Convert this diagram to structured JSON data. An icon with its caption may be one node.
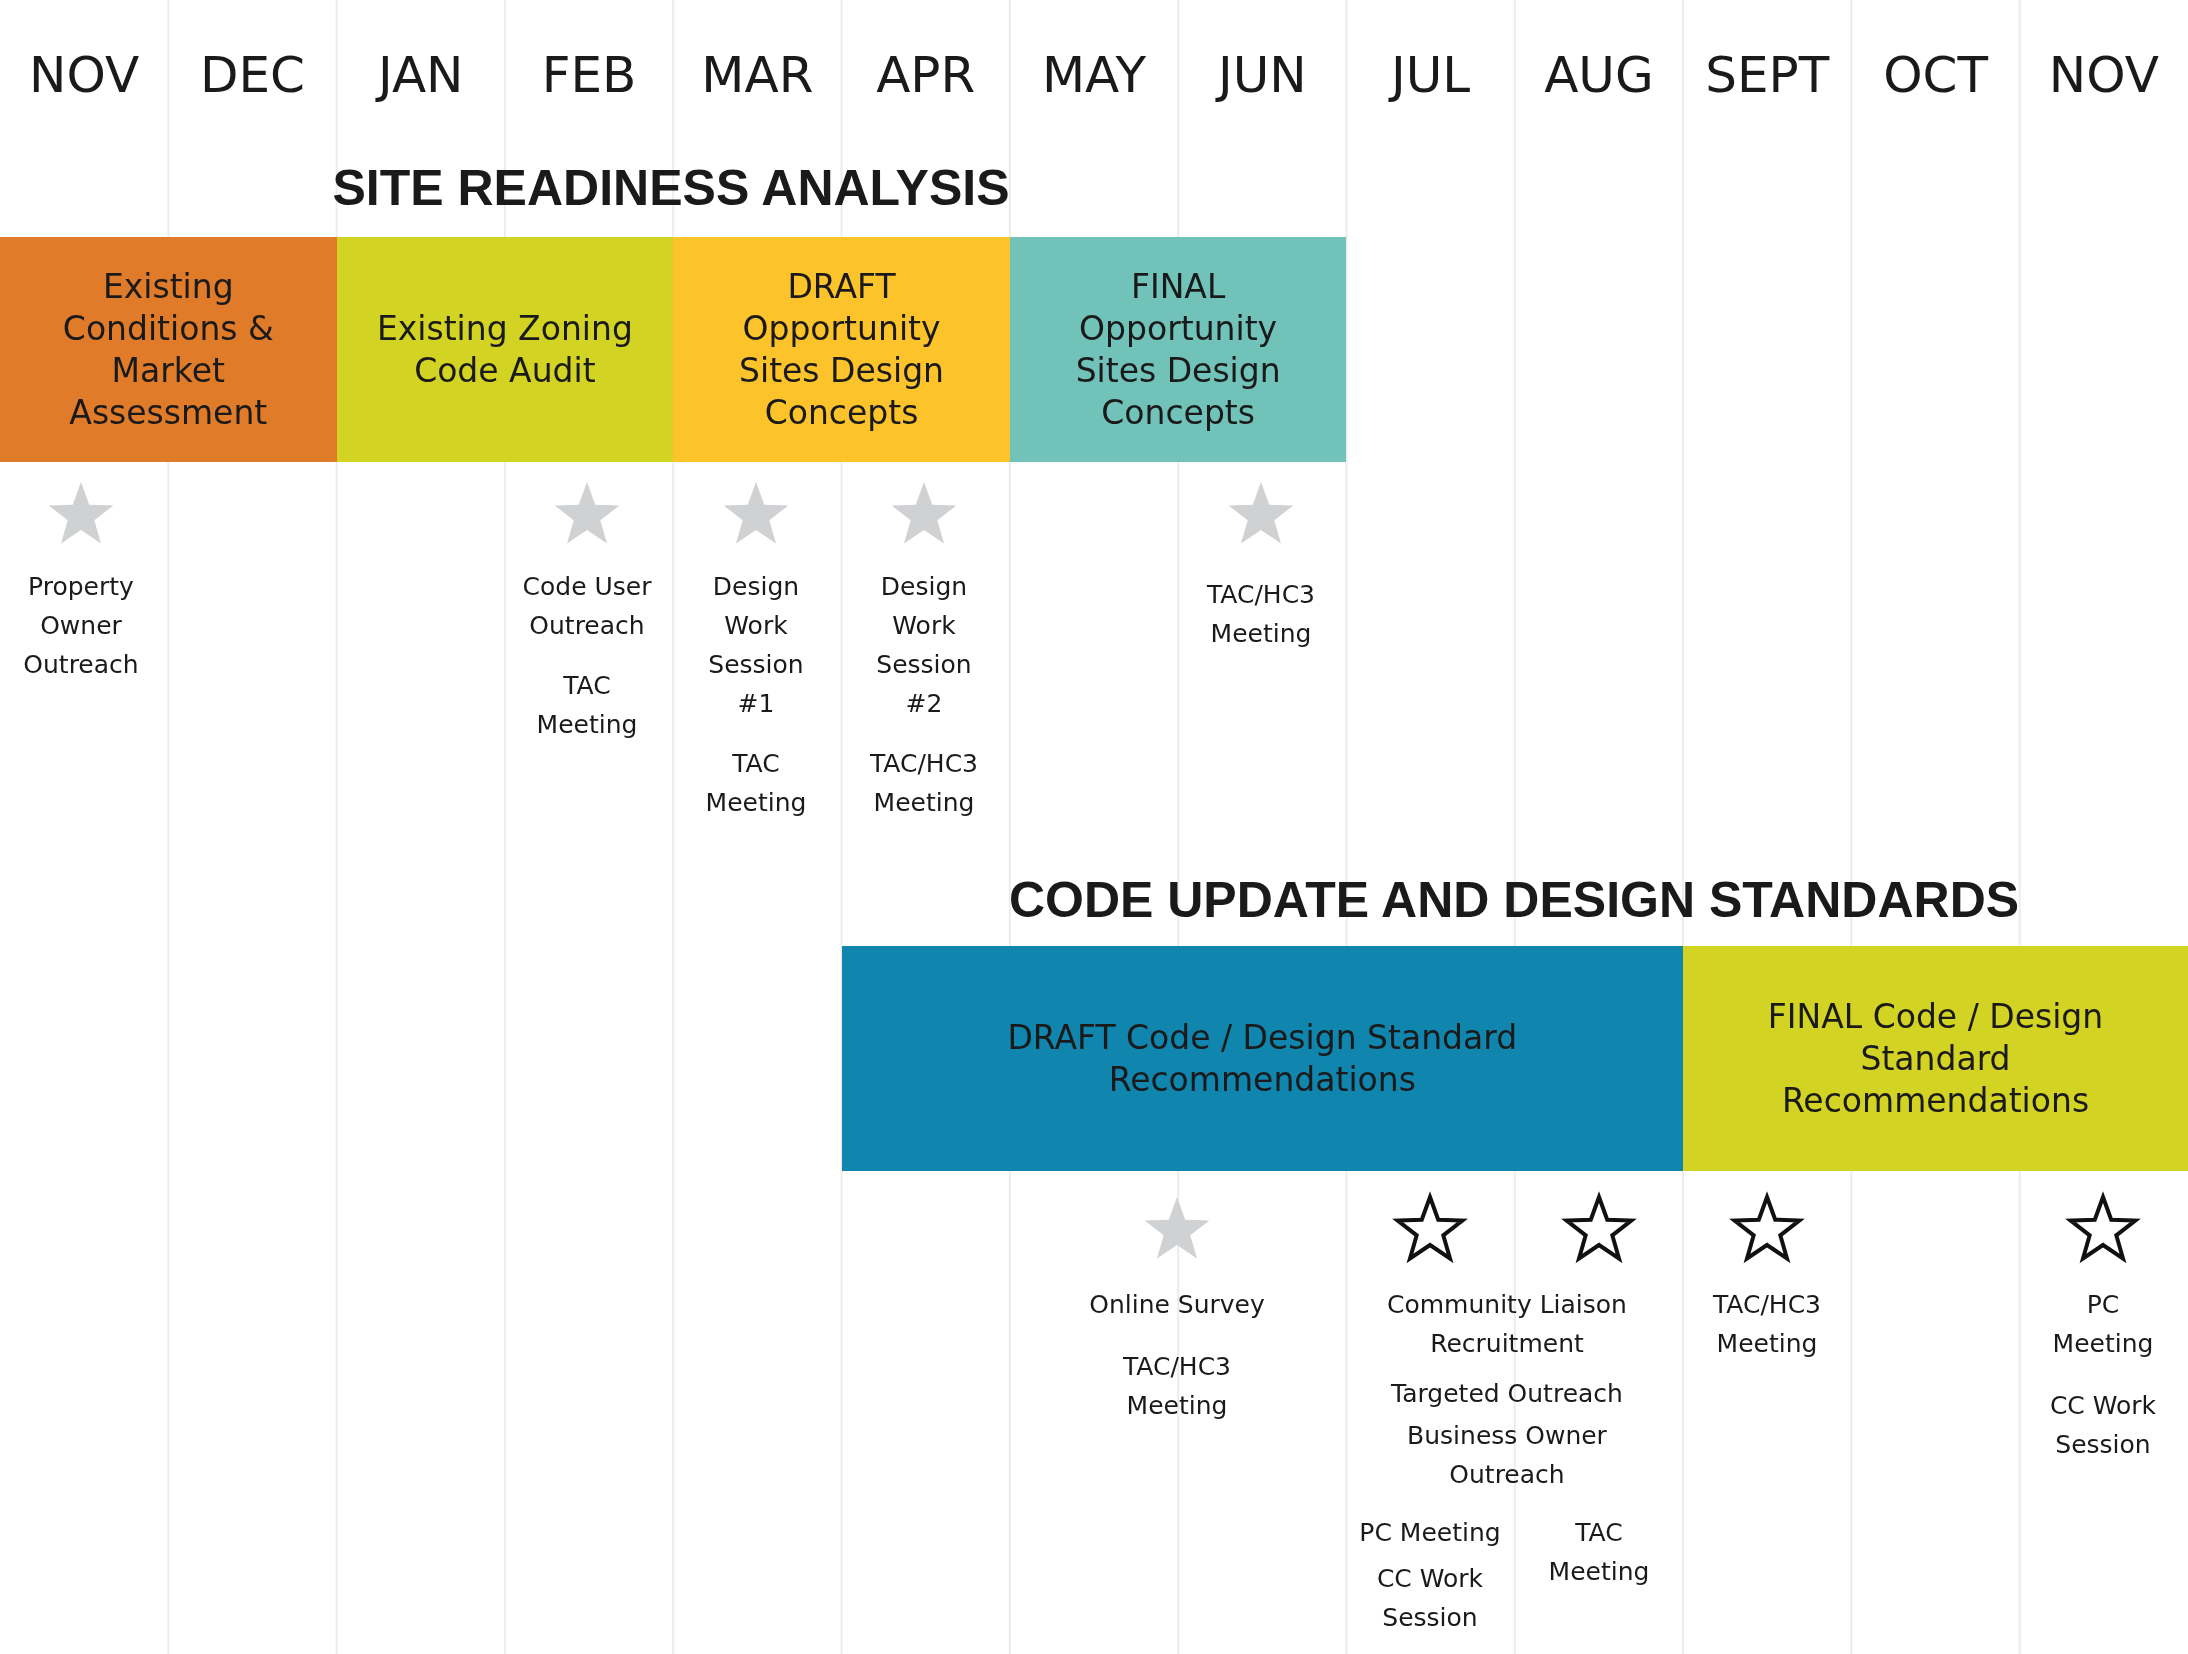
{
  "diagram": {
    "nodes": [
      {
        "text": [
          "Existing Conditions & Market Assessment"
        ]
      },
      {
        "text": [
          "Existing Zoning Code Audit"
        ]
      },
      {
        "text": [
          "DRAFT Opportunity Sites Design Concepts"
        ]
      },
      {
        "text": [
          "FINAL Opportunity Sites Design Concepts"
        ]
      },
      {
        "text": [
          "DRAFT Code / Design Standard Recommendations"
        ]
      },
      {
        "text": [
          "FINAL Code / Design Standard Recommendations"
        ]
      }
    ],
    "labels": [
      "NOV",
      "DEC",
      "JAN",
      "FEB",
      "MAR",
      "APR",
      "MAY",
      "JUN",
      "JUL",
      "AUG",
      "SEPT",
      "OCT",
      "NOV",
      "SITE READINESS ANALYSIS",
      "Property Owner Outreach",
      "Code User Outreach",
      "TAC Meeting",
      "Design Work Session #1",
      "TAC Meeting",
      "Design Work Session #2",
      "TAC/HC3 Meeting",
      "TAC/HC3 Meeting",
      "CODE UPDATE AND DESIGN STANDARDS",
      "Online Survey",
      "TAC/HC3 Meeting",
      "Community Liaison Recruitment",
      "Targeted Outreach",
      "Business Owner Outreach",
      "PC Meeting",
      "CC Work Session",
      "TAC Meeting",
      "TAC/HC3 Meeting",
      "PC Meeting",
      "CC Work Session"
    ]
  }
}
